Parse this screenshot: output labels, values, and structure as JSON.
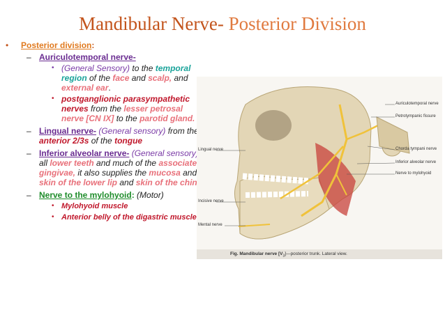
{
  "title": {
    "main": "Mandibular Nerve- ",
    "sub": "Posterior Division"
  },
  "content": {
    "bullet": "•",
    "dash": "–",
    "posterior_division": "Posterior division",
    "colon": ":",
    "auriculotemporal": {
      "heading": "Auriculotemporal nerve-",
      "b1": {
        "p1": "(",
        "p2": "General Sensory)",
        "p3": " to the ",
        "p4": "temporal region",
        "p5": " of the ",
        "p6": "face",
        "p7": " and ",
        "p8": "scalp,",
        "p9": " and ",
        "p10": "external ear",
        "p11": "."
      },
      "b2": {
        "p1": "postganglionic parasympathetic nerves",
        "p2": " from the ",
        "p3": "lesser petrosal nerve [CN IX]",
        "p4": " to the ",
        "p5": "parotid gland."
      }
    },
    "lingual": {
      "heading": "Lingual nerve-",
      "p1": " (General sensory)",
      "p2": " from the ",
      "p3": "anterior 2/3s",
      "p4": " of the ",
      "p5": "tongue"
    },
    "inferior_alveolar": {
      "heading": "Inferior alveolar nerve-",
      "p1": " (General sensory)",
      "p2": " all ",
      "p3": "lower teeth",
      "p4": " and much of the ",
      "p5": "associated gingivae,",
      "p6": " it also supplies the ",
      "p7": "mucosa",
      "p8": " and ",
      "p9": "skin of the lower lip",
      "p10": " and ",
      "p11": "skin of the chin."
    },
    "mylohyoid": {
      "heading": "Nerve to the mylohyoid",
      "colon": ":",
      "p1": " (Motor)",
      "b1": "Mylohyoid muscle",
      "b2": "Anterior belly of the digastric muscle."
    }
  },
  "figure": {
    "labels": {
      "auriculotemporal": "Auriculotemporal nerve",
      "petrotympanic": "Petrotympanic fissure",
      "chorda": "Chorda tympani nerve",
      "inferior_alveolar": "Inferior alveolar nerve",
      "mylohyoid": "Nerve to mylohyoid",
      "lingual": "Lingual nerve",
      "incisive": "Incisive nerve",
      "mental": "Mental nerve"
    },
    "caption_bold": "Fig. Mandibular nerve [V",
    "caption_sub": "3",
    "caption_end": "]—posterior trunk. Lateral view."
  }
}
